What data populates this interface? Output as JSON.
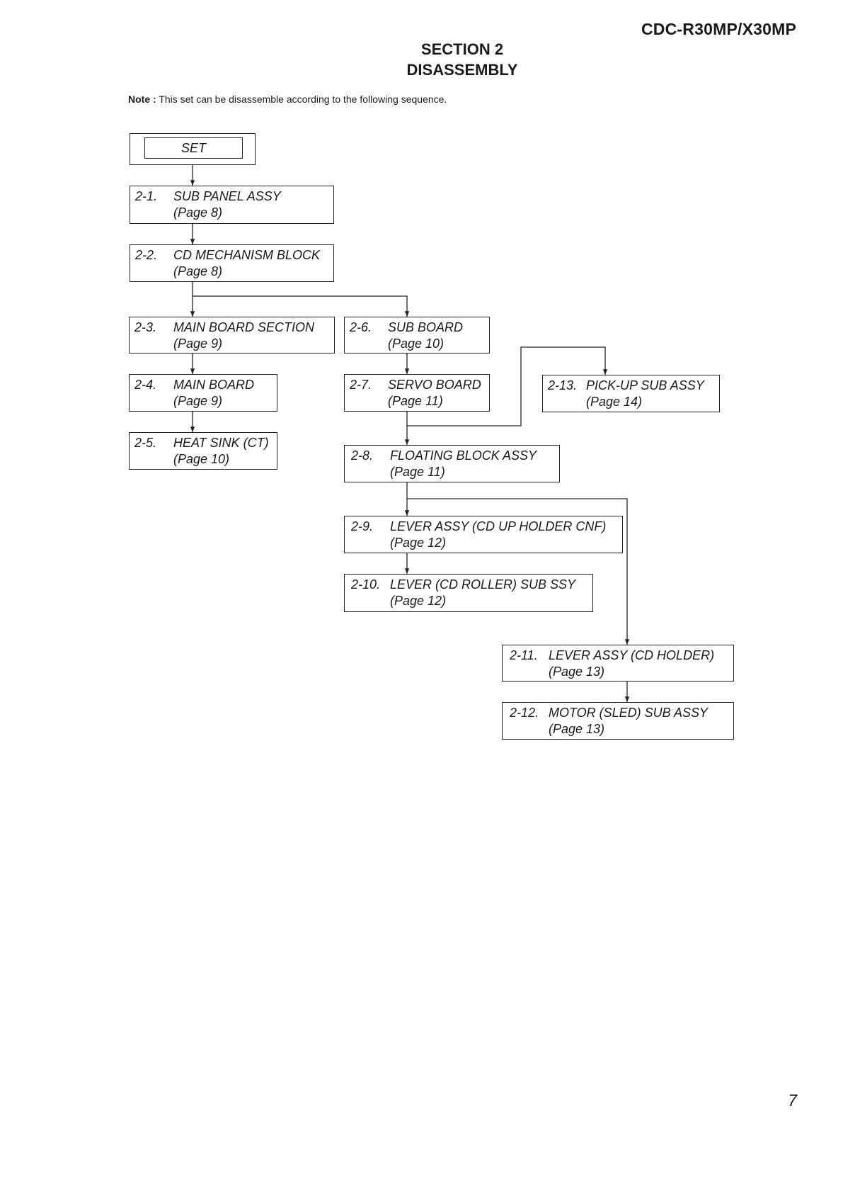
{
  "header": {
    "model": "CDC-R30MP/X30MP",
    "section_line1": "SECTION 2",
    "section_line2": "DISASSEMBLY"
  },
  "note": {
    "label": "Note :",
    "text": "This set can be disassemble according to the following sequence."
  },
  "set_label": "SET",
  "steps": {
    "s2_1": {
      "num": "2-1.",
      "title": "SUB PANEL ASSY",
      "page": "(Page 8)"
    },
    "s2_2": {
      "num": "2-2.",
      "title": "CD MECHANISM BLOCK",
      "page": "(Page 8)"
    },
    "s2_3": {
      "num": "2-3.",
      "title": "MAIN BOARD SECTION",
      "page": "(Page 9)"
    },
    "s2_4": {
      "num": "2-4.",
      "title": "MAIN BOARD",
      "page": "(Page 9)"
    },
    "s2_5": {
      "num": "2-5.",
      "title": "HEAT SINK (CT)",
      "page": "(Page 10)"
    },
    "s2_6": {
      "num": "2-6.",
      "title": "SUB BOARD",
      "page": "(Page 10)"
    },
    "s2_7": {
      "num": "2-7.",
      "title": "SERVO BOARD",
      "page": "(Page 11)"
    },
    "s2_8": {
      "num": "2-8.",
      "title": "FLOATING BLOCK ASSY",
      "page": "(Page 11)"
    },
    "s2_9": {
      "num": "2-9.",
      "title": "LEVER ASSY (CD UP HOLDER CNF)",
      "page": "(Page 12)"
    },
    "s2_10": {
      "num": "2-10.",
      "title": "LEVER (CD ROLLER) SUB SSY",
      "page": "(Page 12)"
    },
    "s2_11": {
      "num": "2-11.",
      "title": "LEVER ASSY (CD HOLDER)",
      "page": "(Page 13)"
    },
    "s2_12": {
      "num": "2-12.",
      "title": "MOTOR (SLED) SUB ASSY",
      "page": "(Page 13)"
    },
    "s2_13": {
      "num": "2-13.",
      "title": "PICK-UP SUB ASSY",
      "page": "(Page 14)"
    }
  },
  "footer": {
    "page_number": "7"
  }
}
